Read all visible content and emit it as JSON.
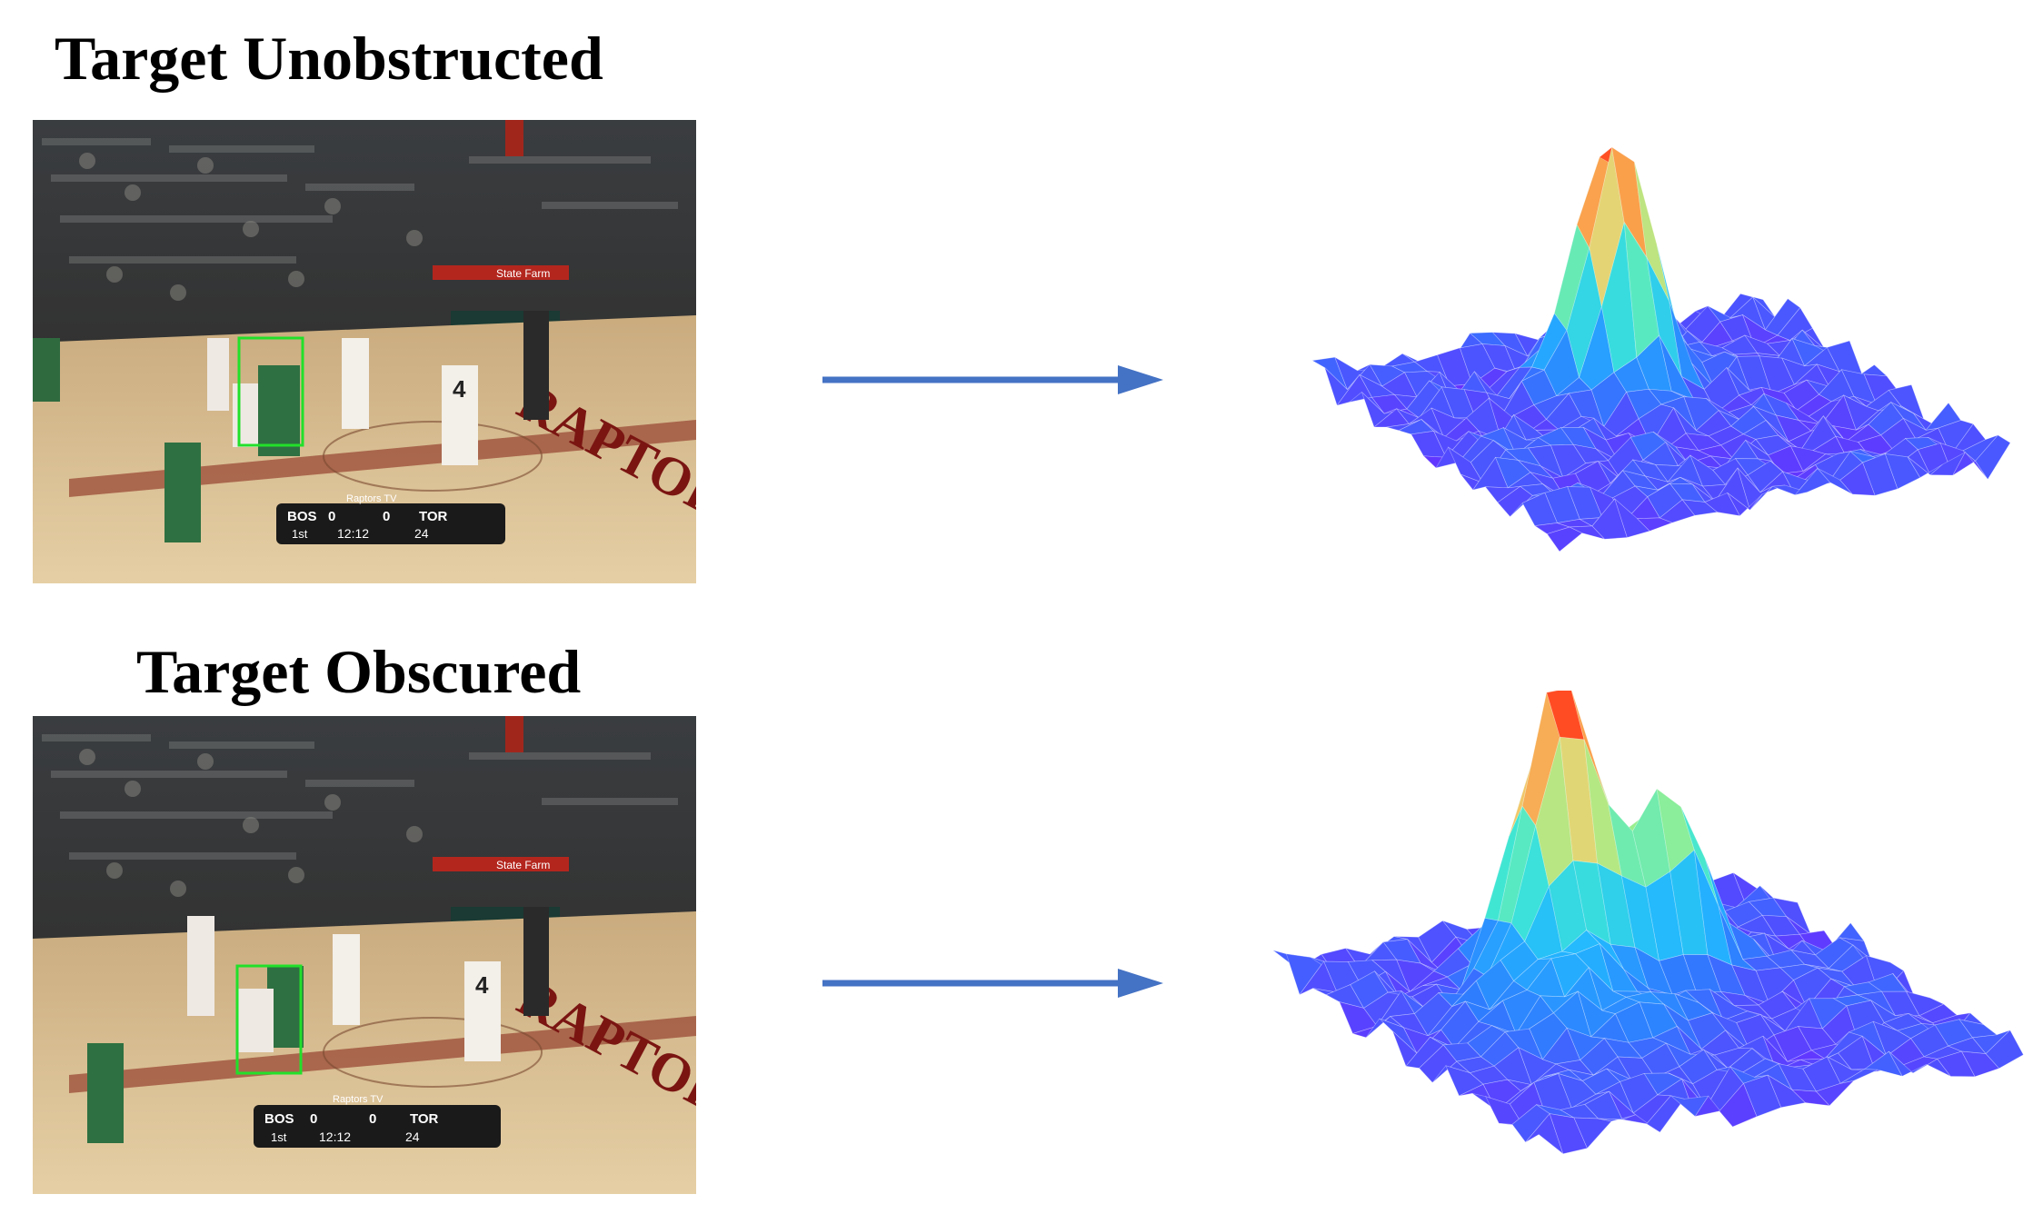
{
  "panels": [
    {
      "title": "Target Unobstructed",
      "scoreboard": {
        "home": "BOS",
        "away": "TOR",
        "home_score": "0",
        "away_score": "0",
        "period": "1st",
        "clock": "12:12",
        "shot_clock": "24",
        "network": "Raptors TV"
      },
      "sponsor": "State Farm",
      "court_text": "RAPTORS",
      "jersey_number": "4",
      "bbox_color": "#22e02a",
      "response_peaks": 1
    },
    {
      "title": "Target Obscured",
      "scoreboard": {
        "home": "BOS",
        "away": "TOR",
        "home_score": "0",
        "away_score": "0",
        "period": "1st",
        "clock": "12:12",
        "shot_clock": "24",
        "network": "Raptors TV"
      },
      "sponsor": "State Farm",
      "court_text": "RAPTORS",
      "jersey_number": "4",
      "bbox_color": "#22e02a",
      "response_peaks": 2
    }
  ],
  "arrow_color": "#4472c4",
  "colormap": [
    "#6a2bff",
    "#2f7dff",
    "#22b7ff",
    "#3ee6d6",
    "#9ff08a",
    "#f0d070",
    "#ff8a3a",
    "#ff1a10"
  ]
}
